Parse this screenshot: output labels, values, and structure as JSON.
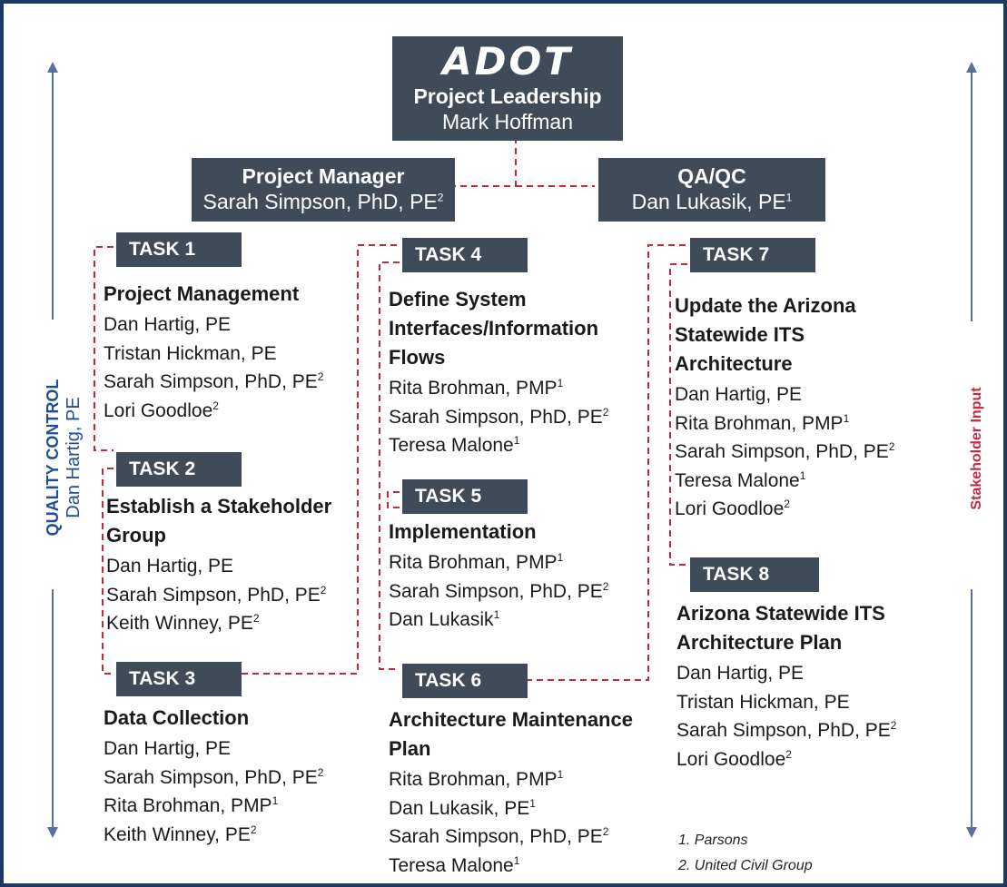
{
  "leadership": {
    "logo": "ADOT",
    "title": "Project Leadership",
    "name": "Mark Hoffman"
  },
  "project_manager": {
    "title": "Project Manager",
    "name": "Sarah Simpson, PhD, PE",
    "sup": "2"
  },
  "qa_qc": {
    "title": "QA/QC",
    "name": "Dan Lukasik, PE",
    "sup": "1"
  },
  "side_labels": {
    "quality_control_title": "QUALITY CONTROL",
    "quality_control_name": "Dan Hartig, PE",
    "stakeholder_input": "Stakeholder Input"
  },
  "tasks": [
    {
      "tab": "TASK 1",
      "title": "Project Management",
      "people": [
        {
          "name": "Dan Hartig, PE",
          "sup": ""
        },
        {
          "name": "Tristan Hickman, PE",
          "sup": ""
        },
        {
          "name": "Sarah Simpson, PhD, PE",
          "sup": "2"
        },
        {
          "name": "Lori Goodloe",
          "sup": "2"
        }
      ]
    },
    {
      "tab": "TASK 2",
      "title": "Establish a Stakeholder Group",
      "people": [
        {
          "name": "Dan Hartig, PE",
          "sup": ""
        },
        {
          "name": "Sarah Simpson, PhD, PE",
          "sup": "2"
        },
        {
          "name": "Keith Winney, PE",
          "sup": "2"
        }
      ]
    },
    {
      "tab": "TASK 3",
      "title": "Data Collection",
      "people": [
        {
          "name": "Dan Hartig, PE",
          "sup": ""
        },
        {
          "name": "Sarah Simpson, PhD, PE",
          "sup": "2"
        },
        {
          "name": "Rita Brohman, PMP",
          "sup": "1"
        },
        {
          "name": "Keith Winney, PE",
          "sup": "2"
        }
      ]
    },
    {
      "tab": "TASK 4",
      "title": "Define System Interfaces/Information Flows",
      "people": [
        {
          "name": "Rita Brohman, PMP",
          "sup": "1"
        },
        {
          "name": "Sarah Simpson, PhD, PE",
          "sup": "2"
        },
        {
          "name": "Teresa Malone",
          "sup": "1"
        }
      ]
    },
    {
      "tab": "TASK 5",
      "title": "Implementation",
      "people": [
        {
          "name": "Rita Brohman, PMP",
          "sup": "1"
        },
        {
          "name": "Sarah Simpson, PhD, PE",
          "sup": "2"
        },
        {
          "name": "Dan Lukasik",
          "sup": "1"
        }
      ]
    },
    {
      "tab": "TASK 6",
      "title": "Architecture Maintenance Plan",
      "people": [
        {
          "name": "Rita Brohman, PMP",
          "sup": "1"
        },
        {
          "name": "Dan Lukasik, PE",
          "sup": "1"
        },
        {
          "name": "Sarah Simpson, PhD, PE",
          "sup": "2"
        },
        {
          "name": "Teresa Malone",
          "sup": "1"
        }
      ]
    },
    {
      "tab": "TASK 7",
      "title": "Update the Arizona Statewide ITS Architecture",
      "people": [
        {
          "name": "Dan Hartig, PE",
          "sup": ""
        },
        {
          "name": "Rita Brohman, PMP",
          "sup": "1"
        },
        {
          "name": "Sarah Simpson, PhD, PE",
          "sup": "2"
        },
        {
          "name": "Teresa Malone",
          "sup": "1"
        },
        {
          "name": "Lori Goodloe",
          "sup": "2"
        }
      ]
    },
    {
      "tab": "TASK 8",
      "title": "Arizona Statewide ITS Architecture Plan",
      "people": [
        {
          "name": "Dan Hartig, PE",
          "sup": ""
        },
        {
          "name": "Tristan Hickman, PE",
          "sup": ""
        },
        {
          "name": "Sarah Simpson, PhD, PE",
          "sup": "2"
        },
        {
          "name": "Lori Goodloe",
          "sup": "2"
        }
      ]
    }
  ],
  "notes": [
    "1.  Parsons",
    "2. United Civil Group"
  ],
  "colors": {
    "box": "#3f4b59",
    "border": "#1c3a63",
    "connector": "#c5283d",
    "arrow": "#5a6f9e",
    "quality_control": "#1f4e96",
    "stakeholder": "#c5283d"
  }
}
